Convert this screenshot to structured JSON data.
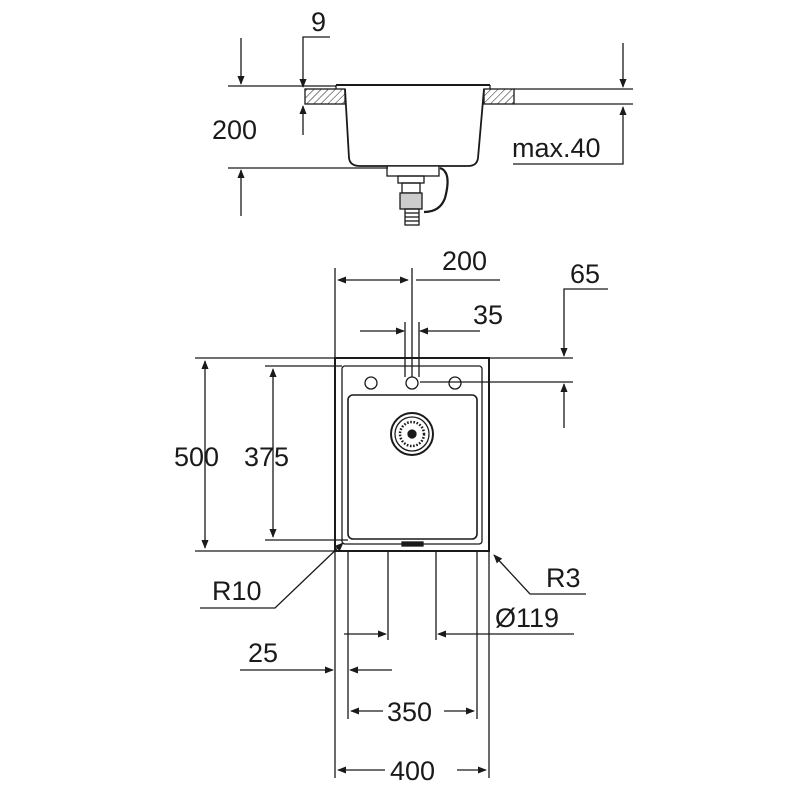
{
  "labels": {
    "dim_9": "9",
    "dim_200_depth": "200",
    "dim_max40": "max.40",
    "dim_200_top": "200",
    "dim_65": "65",
    "dim_35": "35",
    "dim_500": "500",
    "dim_375": "375",
    "dim_r10": "R10",
    "dim_r3": "R3",
    "dim_d119": "Ø119",
    "dim_25": "25",
    "dim_350": "350",
    "dim_400": "400"
  },
  "colors": {
    "line": "#1a1a1a",
    "background": "#ffffff"
  }
}
